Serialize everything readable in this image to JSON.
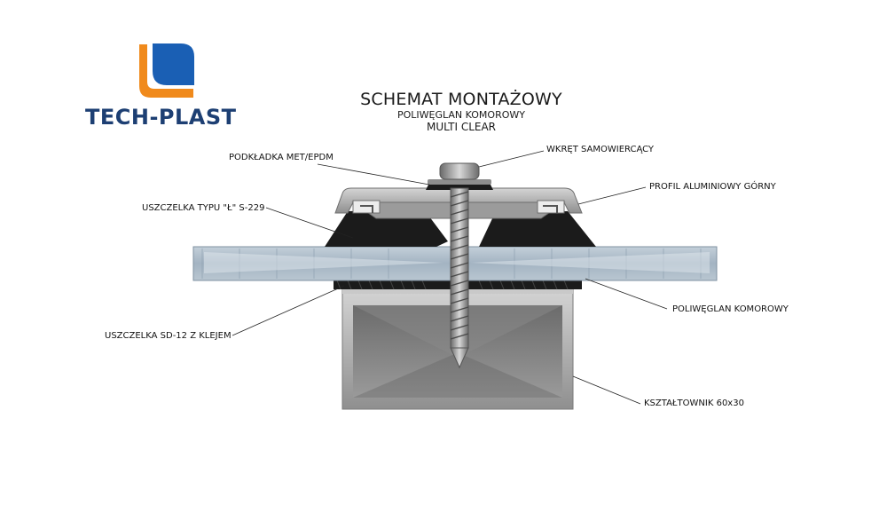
{
  "brand": {
    "name": "TECH-PLAST"
  },
  "title": {
    "main": "SCHEMAT MONTAŻOWY",
    "sub1": "POLIWĘGLAN KOMOROWY",
    "sub2": "MULTI CLEAR"
  },
  "labels": {
    "washer": "PODKŁADKA MET/EPDM",
    "screw": "WKRĘT SAMOWIERCĄCY",
    "gasket_l": "USZCZELKA TYPU \"Ł\" S-229",
    "top_profile": "PROFIL ALUMINIOWY GÓRNY",
    "polycarbonate": "POLIWĘGLAN KOMOROWY",
    "gasket_sd": "USZCZELKA SD-12 Z KLEJEM",
    "section": "KSZTAŁTOWNIK 60x30"
  },
  "colors": {
    "logo_orange": "#f08a1c",
    "logo_blue": "#1a5fb4",
    "logo_text": "#1d3f73",
    "aluminium": "#a8a8a8",
    "gasket": "#1b1b1b",
    "polycarbonate": "#a8b8c7"
  }
}
